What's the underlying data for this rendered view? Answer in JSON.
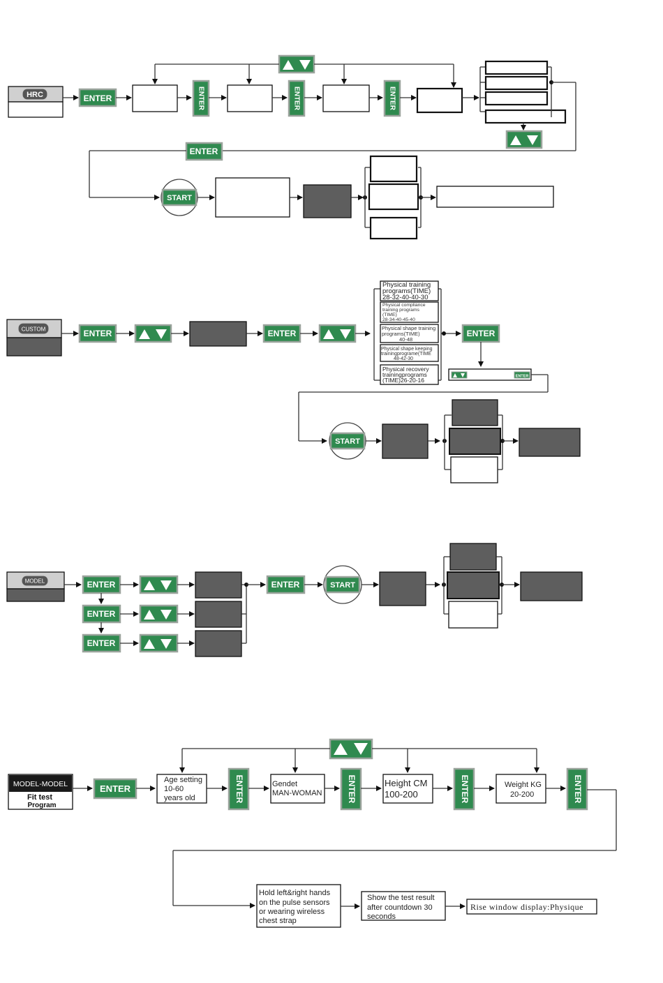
{
  "buttons": {
    "enter": "ENTER",
    "start": "START",
    "hrc": "HRC",
    "custom": "CUSTOM",
    "model": "MODEL"
  },
  "custom_programs": [
    [
      "Physical training",
      "programs(TIME)",
      "28-32-40-40-30"
    ],
    [
      "Physical compliance",
      "training programs",
      "(TIME)",
      "28-34-40-45-40"
    ],
    [
      "Physical shape training",
      "programs(TIME)",
      "40-48"
    ],
    [
      "Physical shape keeping",
      "trainingprograme(TIME",
      "48-42-30"
    ],
    [
      "Physical recovery",
      "trainingprograms",
      "(TIME)26-20-16"
    ]
  ],
  "fit_test": {
    "program_line1": "MODEL-MODEL",
    "program_line2": "Fit test",
    "program_line3": "Program",
    "age_lines": [
      "Age setting",
      "10-60",
      "years old"
    ],
    "gender_lines": [
      "Gendet",
      "MAN-WOMAN"
    ],
    "height_lines": [
      "Height CM",
      "100-200"
    ],
    "weight_lines": [
      "Weight KG",
      "20-200"
    ],
    "hold_lines": [
      "Hold left&right hands",
      "on the pulse sensors",
      "or wearing wireless",
      "chest strap"
    ],
    "result_lines": [
      "Show the test result",
      "after countdown 30",
      "seconds"
    ],
    "rise_window": "Rise window display:Physique"
  },
  "colors": {
    "button_green": "#2f8a4f",
    "dark_box": "#5e5e5e"
  },
  "icons": [
    "up-arrow-icon",
    "down-arrow-icon"
  ]
}
